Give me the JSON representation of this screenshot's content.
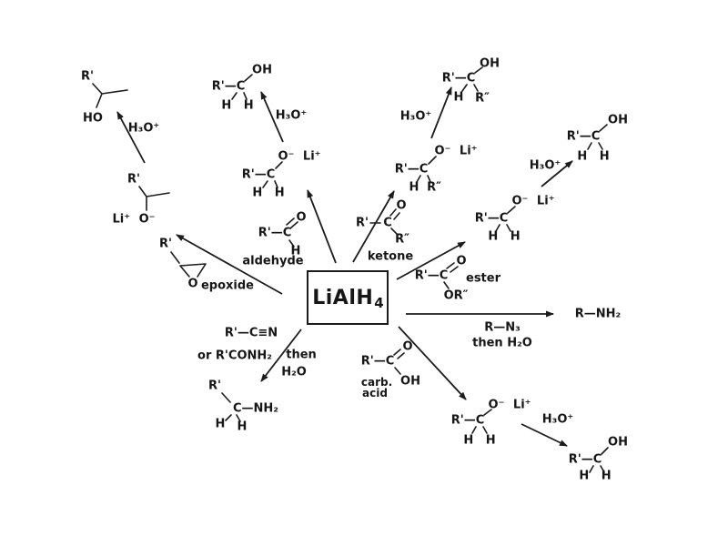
{
  "center": {
    "base": "LiAlH",
    "sub": "4"
  },
  "epoxide": {
    "label": "epoxide",
    "substrate_r": "R'",
    "substrate_o": "O",
    "int_r": "R'",
    "int_ion": "Li⁺ O⁻",
    "hydronium": "H₃O⁺",
    "prod_r": "R'",
    "prod_ho": "HO"
  },
  "aldehyde": {
    "label": "aldehyde",
    "sub_rc": "R'—C",
    "sub_o": "O",
    "sub_h": "H",
    "int_rc": "R'—C",
    "int_ion": "O⁻ Li⁺",
    "int_hh": "H H",
    "hydronium": "H₃O⁺",
    "prod_rc": "R'—C",
    "prod_oh": "OH",
    "prod_hh": "H H"
  },
  "ketone": {
    "label": "ketone",
    "sub_r": "R'",
    "sub_c": "C",
    "sub_o": "O",
    "sub_r2": "R″",
    "int_rc": "R'—C",
    "int_ion": "O⁻ Li⁺",
    "int_h": "H",
    "int_r2": "R″",
    "hydronium": "H₃O⁺",
    "prod_rc": "R'—C",
    "prod_oh": "OH",
    "prod_h": "H",
    "prod_r2": "R″"
  },
  "ester": {
    "label": "ester",
    "sub_rc": "R'—C",
    "sub_o": "O",
    "sub_or2": "OR″",
    "int_rc": "R'—C",
    "int_ion": "O⁻ Li⁺",
    "int_hh": "H H",
    "hydronium": "H₃O⁺",
    "prod_rc": "R'—C",
    "prod_oh": "OH",
    "prod_hh": "H H"
  },
  "azide": {
    "reagent": "R—N₃",
    "condition": "then H₂O",
    "product": "R—NH₂"
  },
  "nitrile": {
    "substrate": "R'—C≡N",
    "substrate_alt": "or R'CONH₂",
    "cond1": "then",
    "cond2": "H₂O",
    "prod_r": "R'",
    "prod_cn": "C—NH₂",
    "prod_h1": "H",
    "prod_h2": "H"
  },
  "acid": {
    "label1": "carb.",
    "label2": "acid",
    "sub_rc": "R'—C",
    "sub_o": "O",
    "sub_oh": "OH",
    "int_rc": "R'—C",
    "int_ion": "O⁻ Li⁺",
    "int_hh": "H H",
    "hydronium": "H₃O⁺",
    "prod_rc": "R'—C",
    "prod_oh": "OH",
    "prod_hh": "H H"
  }
}
